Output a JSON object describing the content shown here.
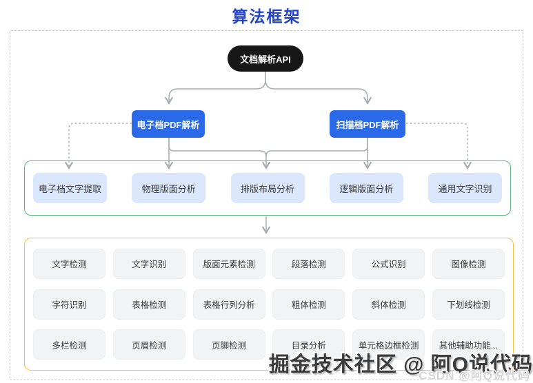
{
  "page": {
    "title": "算法框架",
    "watermark_primary": "掘金技术社区 @ 阿Q说代码",
    "watermark_secondary": "CSDN @阿Q说代码"
  },
  "diagram": {
    "root": {
      "label": "文档解析API"
    },
    "level2": [
      {
        "label": "电子档PDF解析"
      },
      {
        "label": "扫描档PDF解析"
      }
    ],
    "level3": {
      "items": [
        "电子档文字提取",
        "物理版面分析",
        "排版布局分析",
        "逻辑版面分析",
        "通用文字识别"
      ]
    },
    "grid": {
      "rows": [
        [
          "文字检测",
          "文字识别",
          "版面元素检测",
          "段落检测",
          "公式识别",
          "图像检测"
        ],
        [
          "字符识别",
          "表格检测",
          "表格行列分析",
          "粗体检测",
          "斜体检测",
          "下划线检测"
        ],
        [
          "多栏检测",
          "页眉检测",
          "页脚检测",
          "目录分析",
          "单元格边框检测",
          "其他辅助功能..."
        ]
      ]
    }
  },
  "colors": {
    "title_blue": "#2443c5",
    "root_node_bg": "#171717",
    "blue_node_bg": "#2a6ae9",
    "lightblue_box_bg": "#dbe7fd",
    "green_border": "#56b881",
    "yellow_border": "#f6c244",
    "gray_box_bg": "#f1f3f5",
    "connector": "#a6abb3",
    "frame_dash": "#c6c6c6"
  }
}
